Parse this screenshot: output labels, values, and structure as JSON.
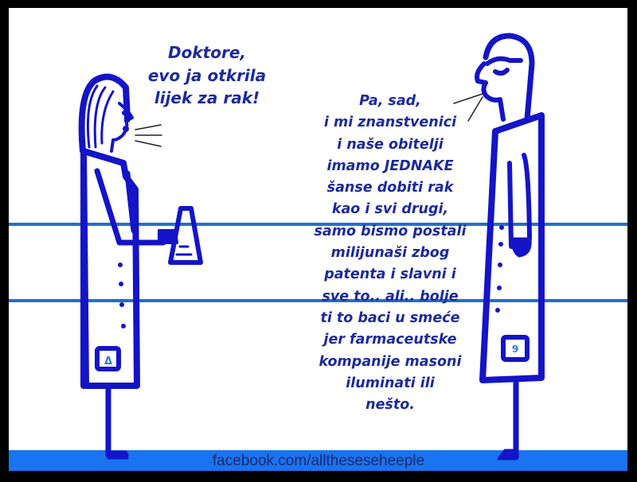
{
  "colors": {
    "ink": "#1414c8",
    "text": "#1c2a9c",
    "line": "#1f6fd0",
    "band": "#1a73f0",
    "border": "#000000"
  },
  "speech_left": {
    "lines": [
      "Doktore,",
      "evo ja otkrila",
      "lijek za rak!"
    ]
  },
  "speech_right": {
    "lines": [
      "Pa, sad,",
      "i mi znanstvenici",
      "i naše obitelji",
      "imamo JEDNAKE",
      "šanse dobiti rak",
      "kao i svi drugi,",
      "samo bismo postali",
      "milijunaši zbog",
      "patenta i slavni i",
      "sve to.. ali.. bolje",
      "ti to baci u smeće",
      "jer farmaceutske",
      "kompanije masoni",
      "iluminati ili",
      "nešto."
    ]
  },
  "badges": {
    "left": "Δ",
    "right": "9"
  },
  "credit": "facebook.com/alltheseseheeple"
}
